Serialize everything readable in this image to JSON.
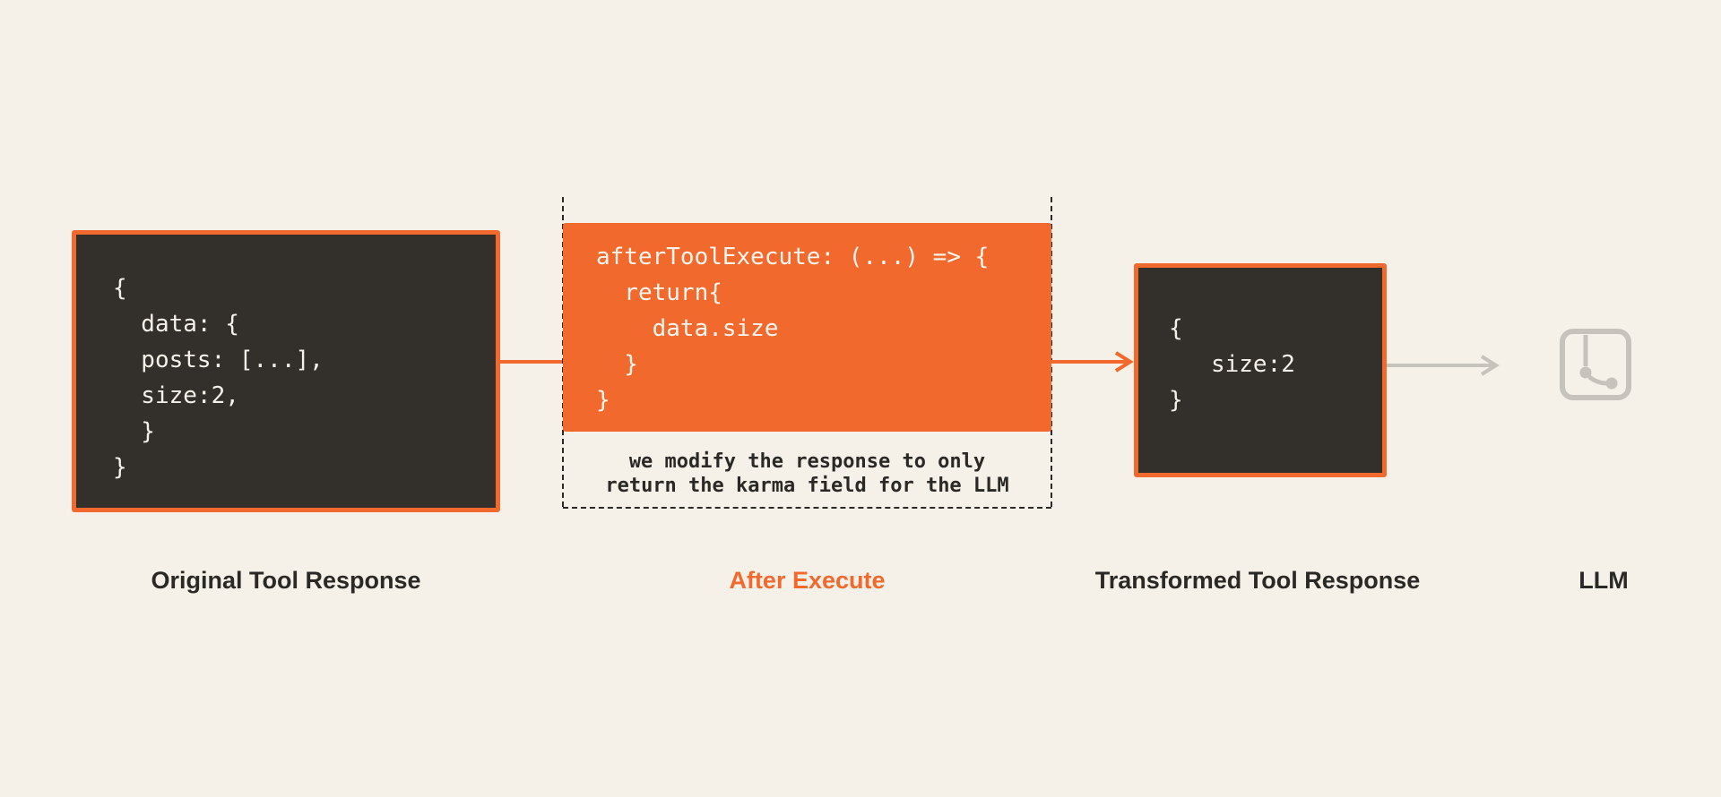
{
  "colors": {
    "background": "#F5F1E9",
    "orange": "#F2692E",
    "dark_box": "#33302B",
    "code_text_light": "#F5F1E9",
    "gray": "#C6C2BC",
    "label_text": "#2B2926"
  },
  "diagram": {
    "original": {
      "code": "{\n  data: {\n  posts: [...],\n  size:2,\n  }\n}",
      "label": "Original Tool Response"
    },
    "after_execute": {
      "code": "afterToolExecute: (...) => {\n  return{\n    data.size\n  }\n}",
      "label": "After Execute",
      "annotation": "we modify the response to only\nreturn the karma field for the LLM"
    },
    "transformed": {
      "code": "{\n   size:2\n}",
      "label": "Transformed Tool Response"
    },
    "llm": {
      "label": "LLM",
      "icon": "llm-icon"
    }
  }
}
